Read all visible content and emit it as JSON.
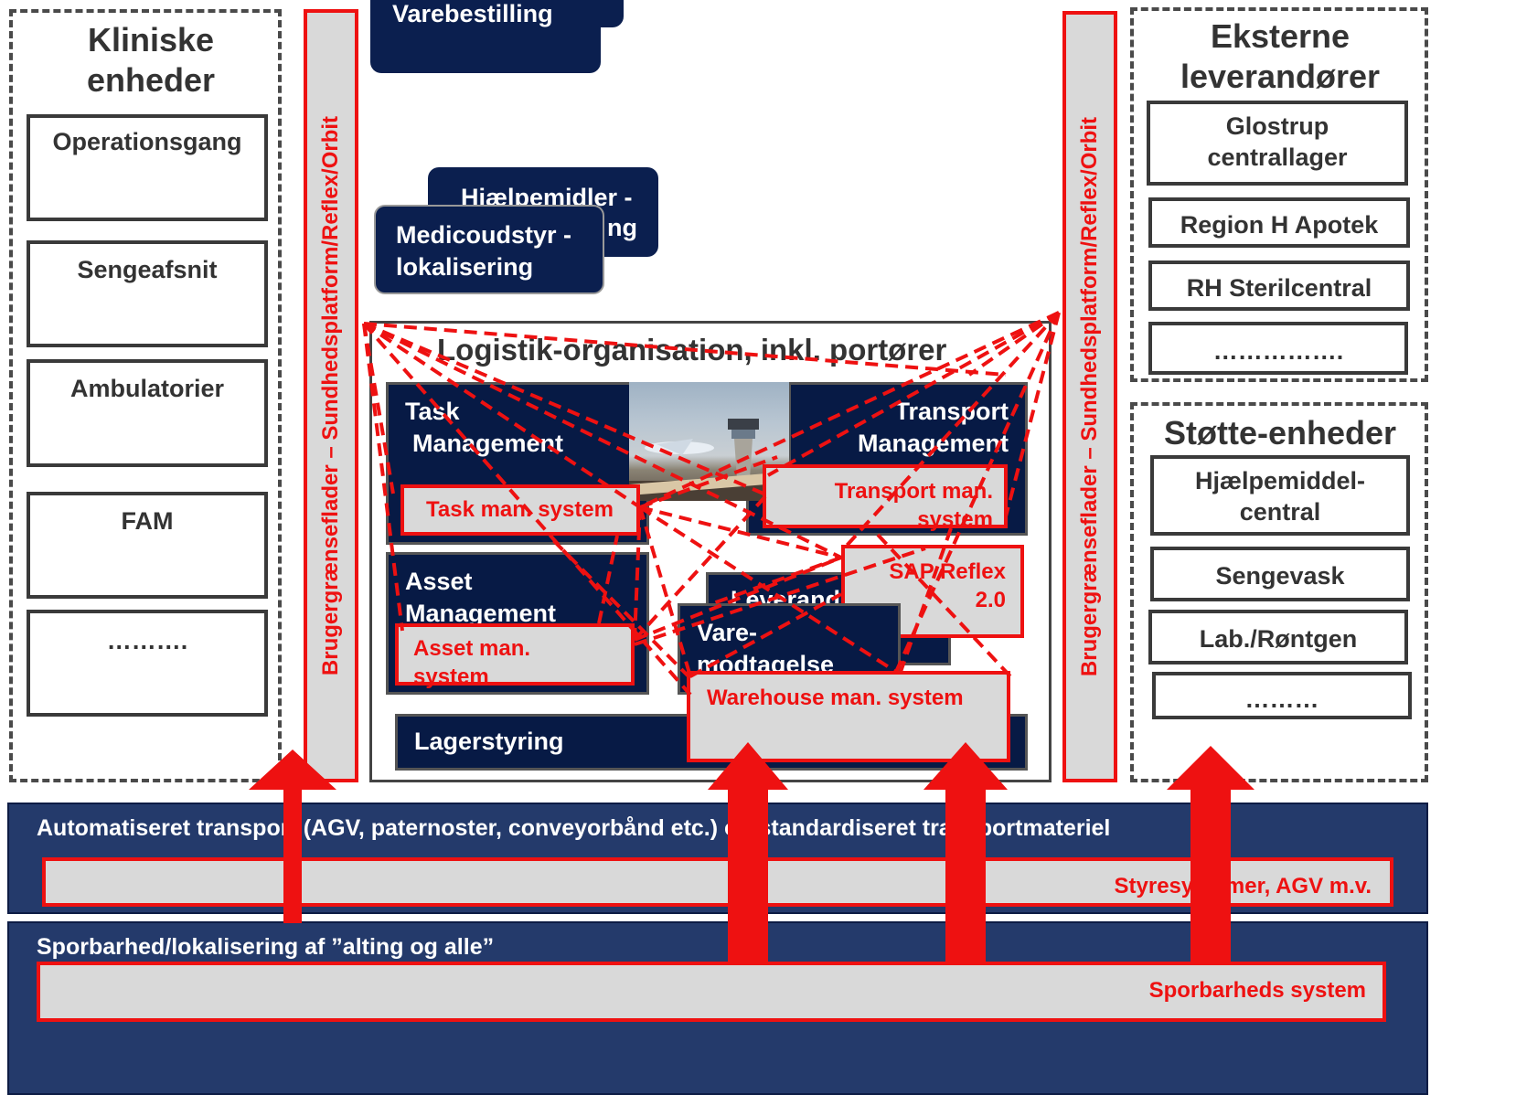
{
  "left_group": {
    "title": "Kliniske enheder",
    "items": [
      "Operationsgang",
      "Sengeafsnit",
      "Ambulatorier",
      "FAM",
      "………."
    ]
  },
  "right_top_group": {
    "title": "Eksterne leverandører",
    "items": [
      "Glostrup centrallager",
      "Region H Apotek",
      "RH Sterilcentral",
      "……………."
    ]
  },
  "right_bottom_group": {
    "title": "Støtte-enheder",
    "items": [
      "Hjælpemiddel-central",
      "Sengevask",
      "Lab./Røntgen",
      "………"
    ]
  },
  "vertical_bar_label": "Brugergrænseflader – Sundhedsplatform/Reflex/Orbit",
  "top_boxes": {
    "varebestilling": "Varebestilling",
    "hjaelpemidler_line1": "Hjælpemidler -",
    "hjaelpemidler_tail": "ng",
    "medicoudstyr_line1": "Medicoudstyr -",
    "medicoudstyr_line2": "lokalisering"
  },
  "logistics": {
    "title": "Logistik-organisation, inkl. portører",
    "task_mgmt_line1": "Task",
    "task_mgmt_line2": "Management",
    "task_system": "Task man. system",
    "transport_mgmt_line1": "Transport",
    "transport_mgmt_line2": "Management",
    "transport_system_line1": "Transport man.",
    "transport_system_line2": "system",
    "asset_mgmt_line1": "Asset",
    "asset_mgmt_line2": "Management",
    "asset_system_line1": "Asset  man.",
    "asset_system_line2": "system",
    "sap_line1": "SAP Reflex",
    "sap_line2": "2.0",
    "leverandorstyring": "Leverandørstyring",
    "vare_line1": "Vare-",
    "vare_line2": "modtagelse",
    "warehouse_system": "Warehouse  man. system",
    "lagerstyring": "Lagerstyring"
  },
  "bands": {
    "automation_label": "Automatiseret transport (AGV, paternoster, conveyorbånd etc.) og standardiseret transportmateriel",
    "automation_system": "Styresystemer, AGV m.v.",
    "tracking_label": "Sporbarhed/lokalisering af ”alting og alle”",
    "tracking_system": "Sporbarheds system"
  },
  "colors": {
    "navy": "#0b1f4f",
    "band": "#243a6b",
    "red": "#ee1111",
    "grey": "#d9d9d9"
  },
  "icons": {
    "arrow": "red-up-arrow",
    "photo": "airport-control-tower-photo"
  }
}
